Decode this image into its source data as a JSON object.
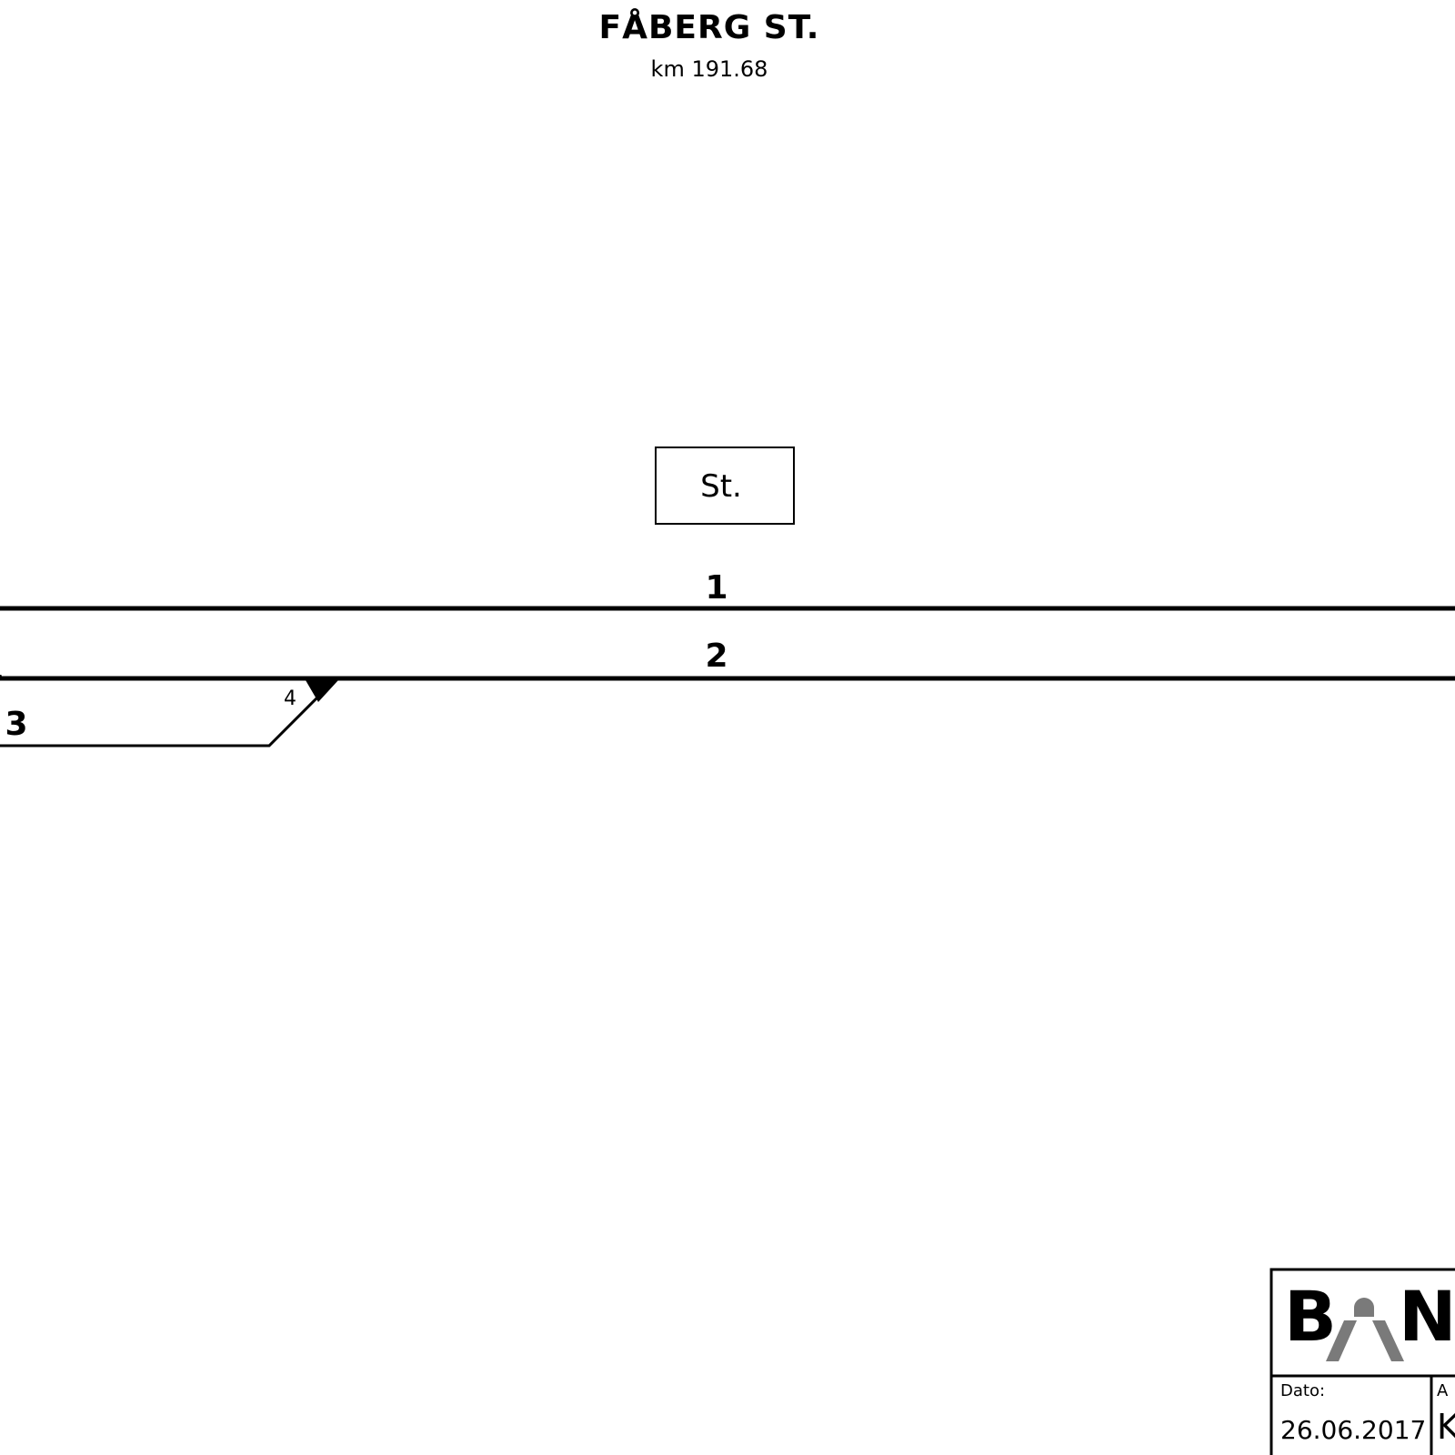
{
  "header": {
    "station_name": "FÅBERG ST.",
    "km_marker": "km 191.68"
  },
  "station_building": {
    "label": "St."
  },
  "tracks": {
    "track_1_label": "1",
    "track_2_label": "2",
    "track_3_label": "3"
  },
  "switches": {
    "switch_4_label": "4"
  },
  "title_block": {
    "logo_text": "BAN",
    "date_label": "Dato:",
    "date_value": "26.06.2017",
    "next_field_label_partial": "A",
    "next_field_value_partial": "K"
  },
  "colors": {
    "line": "#000000",
    "logo_gray": "#7a7a7a",
    "background": "#ffffff"
  }
}
